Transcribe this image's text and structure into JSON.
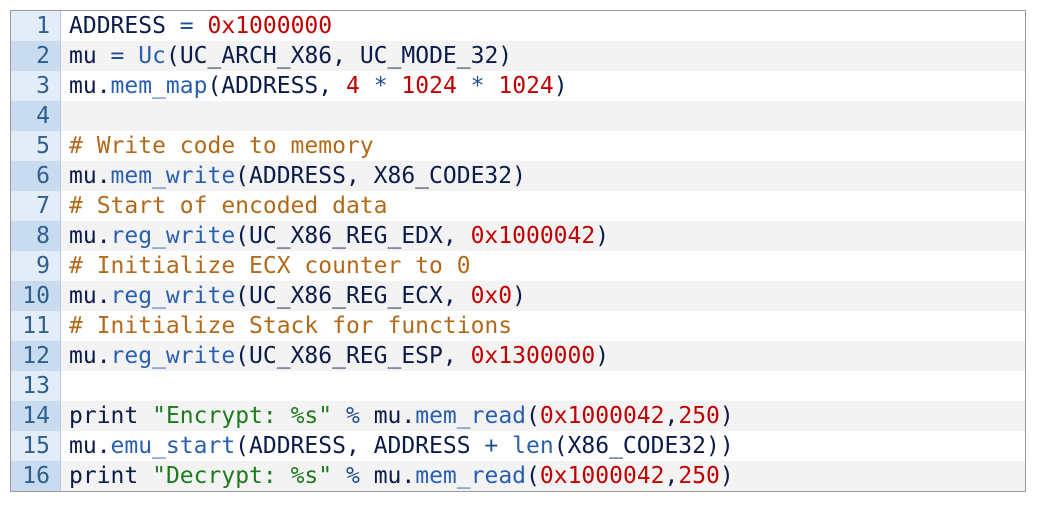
{
  "colors": {
    "plain": "#0b1c4a",
    "number": "#c00000",
    "function": "#2a5fb0",
    "comment": "#b26a1a",
    "string": "#1d7a1d",
    "gutter_bg": "#e3edf8",
    "gutter_alt_bg": "#c9dbef"
  },
  "code": {
    "lines": [
      {
        "n": "1",
        "tokens": [
          [
            "plain",
            "ADDRESS "
          ],
          [
            "op",
            "="
          ],
          [
            "plain",
            " "
          ],
          [
            "num",
            "0x1000000"
          ]
        ]
      },
      {
        "n": "2",
        "tokens": [
          [
            "plain",
            "mu "
          ],
          [
            "op",
            "="
          ],
          [
            "plain",
            " "
          ],
          [
            "fn",
            "Uc"
          ],
          [
            "plain",
            "(UC_ARCH_X86, UC_MODE_32)"
          ]
        ]
      },
      {
        "n": "3",
        "tokens": [
          [
            "plain",
            "mu."
          ],
          [
            "fn",
            "mem_map"
          ],
          [
            "plain",
            "(ADDRESS, "
          ],
          [
            "num",
            "4"
          ],
          [
            "plain",
            " "
          ],
          [
            "op",
            "*"
          ],
          [
            "plain",
            " "
          ],
          [
            "num",
            "1024"
          ],
          [
            "plain",
            " "
          ],
          [
            "op",
            "*"
          ],
          [
            "plain",
            " "
          ],
          [
            "num",
            "1024"
          ],
          [
            "plain",
            ")"
          ]
        ]
      },
      {
        "n": "4",
        "tokens": []
      },
      {
        "n": "5",
        "tokens": [
          [
            "comment",
            "# Write code to memory"
          ]
        ]
      },
      {
        "n": "6",
        "tokens": [
          [
            "plain",
            "mu."
          ],
          [
            "fn",
            "mem_write"
          ],
          [
            "plain",
            "(ADDRESS, X86_CODE32)"
          ]
        ]
      },
      {
        "n": "7",
        "tokens": [
          [
            "comment",
            "# Start of encoded data"
          ]
        ]
      },
      {
        "n": "8",
        "tokens": [
          [
            "plain",
            "mu."
          ],
          [
            "fn",
            "reg_write"
          ],
          [
            "plain",
            "(UC_X86_REG_EDX, "
          ],
          [
            "num",
            "0x1000042"
          ],
          [
            "plain",
            ")"
          ]
        ]
      },
      {
        "n": "9",
        "tokens": [
          [
            "comment",
            "# Initialize ECX counter to 0"
          ]
        ]
      },
      {
        "n": "10",
        "tokens": [
          [
            "plain",
            "mu."
          ],
          [
            "fn",
            "reg_write"
          ],
          [
            "plain",
            "(UC_X86_REG_ECX, "
          ],
          [
            "num",
            "0x0"
          ],
          [
            "plain",
            ")"
          ]
        ]
      },
      {
        "n": "11",
        "tokens": [
          [
            "comment",
            "# Initialize Stack for functions"
          ]
        ]
      },
      {
        "n": "12",
        "tokens": [
          [
            "plain",
            "mu."
          ],
          [
            "fn",
            "reg_write"
          ],
          [
            "plain",
            "(UC_X86_REG_ESP, "
          ],
          [
            "num",
            "0x1300000"
          ],
          [
            "plain",
            ")"
          ]
        ]
      },
      {
        "n": "13",
        "tokens": []
      },
      {
        "n": "14",
        "tokens": [
          [
            "kw",
            "print"
          ],
          [
            "plain",
            " "
          ],
          [
            "string",
            "\"Encrypt: %s\""
          ],
          [
            "plain",
            " "
          ],
          [
            "op",
            "%"
          ],
          [
            "plain",
            " mu."
          ],
          [
            "fn",
            "mem_read"
          ],
          [
            "plain",
            "("
          ],
          [
            "num",
            "0x1000042"
          ],
          [
            "plain",
            ","
          ],
          [
            "num",
            "250"
          ],
          [
            "plain",
            ")"
          ]
        ]
      },
      {
        "n": "15",
        "tokens": [
          [
            "plain",
            "mu."
          ],
          [
            "fn",
            "emu_start"
          ],
          [
            "plain",
            "(ADDRESS, ADDRESS "
          ],
          [
            "op",
            "+"
          ],
          [
            "plain",
            " "
          ],
          [
            "fn",
            "len"
          ],
          [
            "plain",
            "(X86_CODE32))"
          ]
        ]
      },
      {
        "n": "16",
        "tokens": [
          [
            "kw",
            "print"
          ],
          [
            "plain",
            " "
          ],
          [
            "string",
            "\"Decrypt: %s\""
          ],
          [
            "plain",
            " "
          ],
          [
            "op",
            "%"
          ],
          [
            "plain",
            " mu."
          ],
          [
            "fn",
            "mem_read"
          ],
          [
            "plain",
            "("
          ],
          [
            "num",
            "0x1000042"
          ],
          [
            "plain",
            ","
          ],
          [
            "num",
            "250"
          ],
          [
            "plain",
            ")"
          ]
        ]
      }
    ]
  }
}
